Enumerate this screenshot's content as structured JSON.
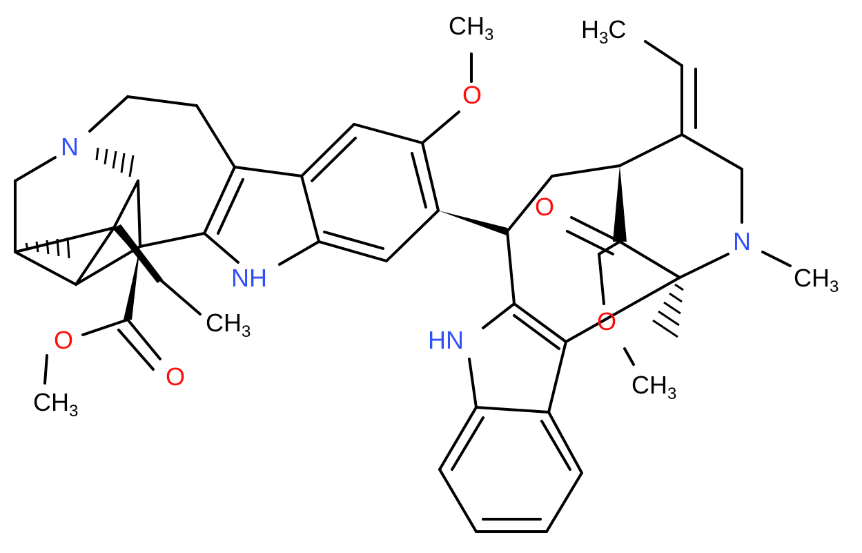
{
  "colors": {
    "bond": "#000000",
    "nitrogen": "#3050F8",
    "oxygen": "#FF0D0D",
    "carbon_label": "#000000",
    "background": "#FFFFFF"
  },
  "atom_labels": {
    "n_left": "N",
    "nh_left": "NH",
    "hn_right": "HN",
    "n_right": "N",
    "o_methoxy": "O",
    "ch3_methoxy": "CH3",
    "o_ester_left_single": "O",
    "o_ester_left_double": "O",
    "ch3_ester_left": "CH3",
    "ch3_ethyl": "CH3",
    "h3c_ethylidene": "H3C",
    "ch3_nmethyl": "CH3",
    "o_ester_right_double": "O",
    "o_ester_right_single": "O",
    "ch3_ester_right": "CH3"
  }
}
